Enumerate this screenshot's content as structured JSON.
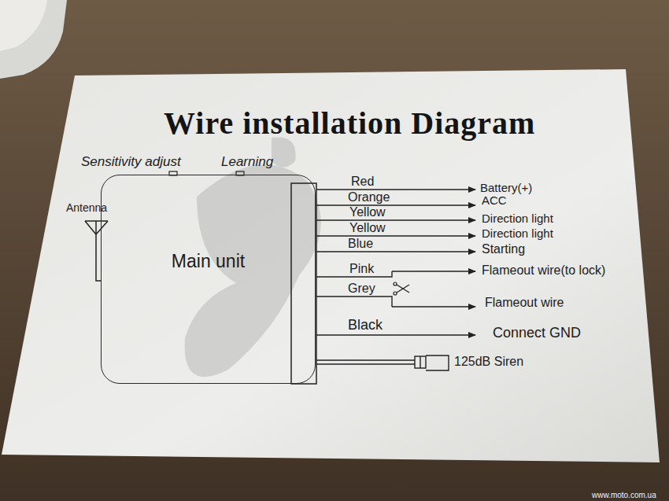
{
  "diagram": {
    "title": "Wire installation Diagram",
    "nodes": [
      {
        "text": [
          "Main unit"
        ]
      }
    ],
    "labels": [
      "Sensitivity adjust",
      "Learning",
      "Antenna",
      "Red",
      "Battery(+)",
      "Orange",
      "ACC",
      "Yellow",
      "Direction light",
      "Yellow",
      "Direction light",
      "Blue",
      "Starting",
      "Pink",
      "Grey",
      "Flameout wire(to lock)",
      "Flameout wire",
      "Black",
      "Connect GND",
      "125dB Siren",
      "www.moto.com.ua"
    ]
  }
}
